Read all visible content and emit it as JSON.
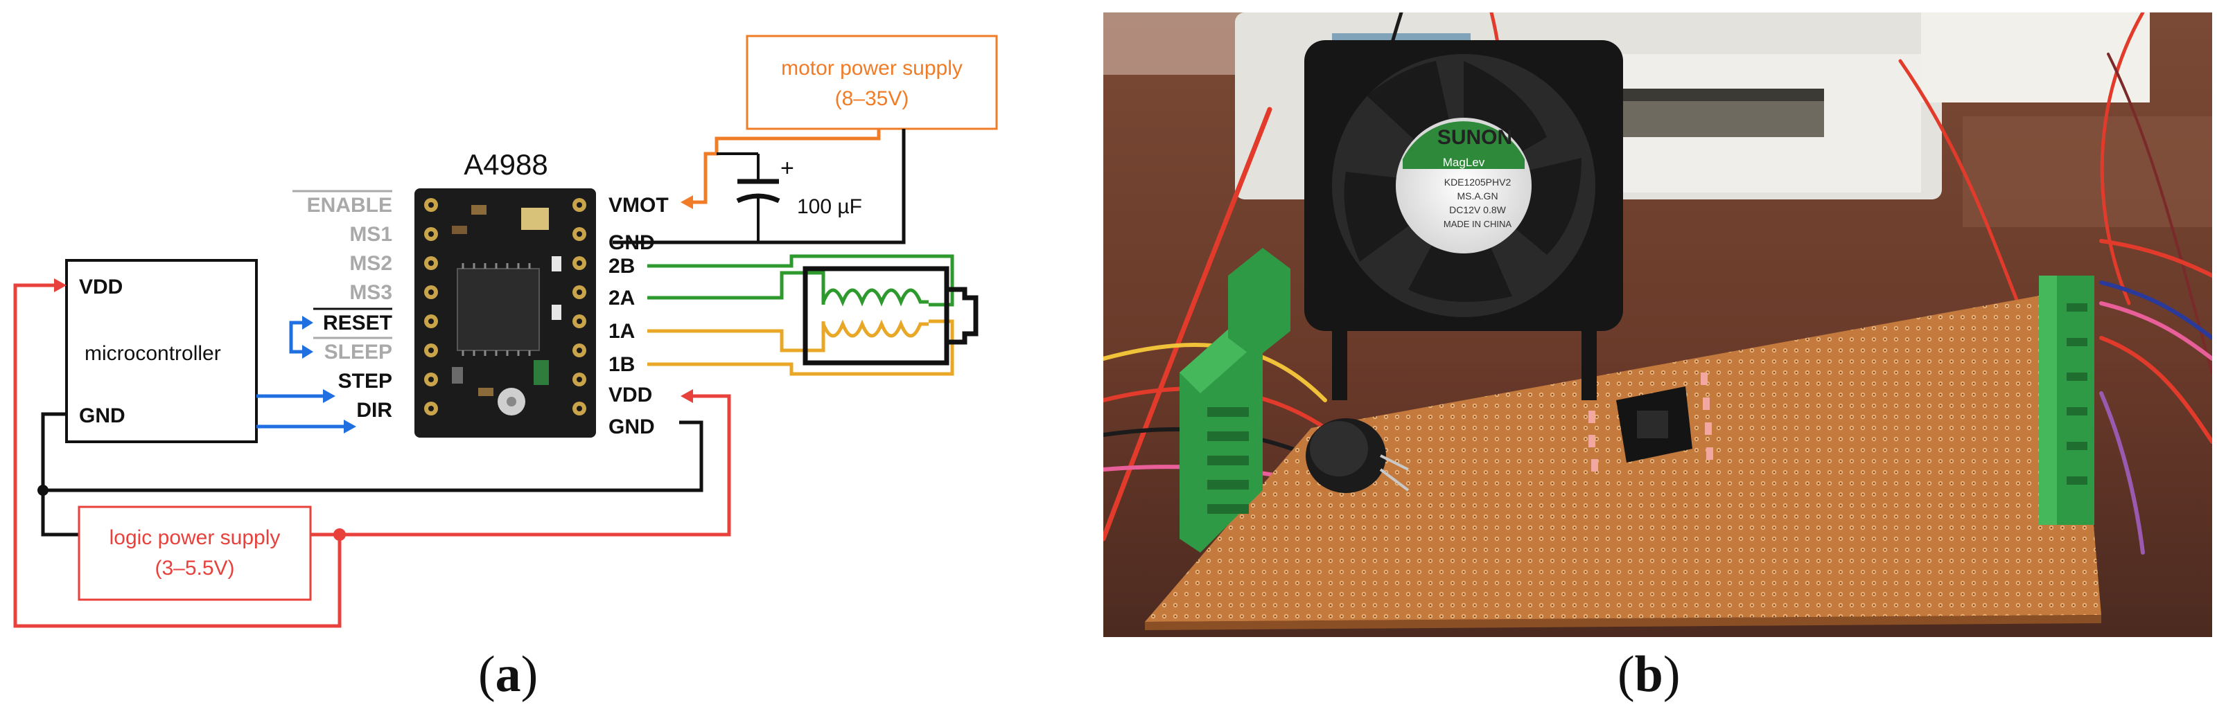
{
  "panel_a": {
    "caption_label": "a",
    "chip_title": "A4988",
    "left_pins": [
      "ENABLE",
      "MS1",
      "MS2",
      "MS3",
      "RESET",
      "SLEEP",
      "STEP",
      "DIR"
    ],
    "right_pins": [
      "VMOT",
      "GND",
      "2B",
      "2A",
      "1A",
      "1B",
      "VDD",
      "GND"
    ],
    "microcontroller": {
      "name": "microcontroller",
      "vdd_label": "VDD",
      "gnd_label": "GND"
    },
    "motor_supply": {
      "line1": "motor power supply",
      "line2": "(8–35V)"
    },
    "logic_supply": {
      "line1": "logic power supply",
      "line2": "(3–5.5V)"
    },
    "capacitor": {
      "value": "100 µF",
      "polarity": "+"
    },
    "colors": {
      "motor_power": "#f07c28",
      "logic_power": "#e8413c",
      "signal": "#1f6fe0",
      "coil_a": "#e8a727",
      "coil_b": "#2e9a2e",
      "inactive_pin": "#a9a9a9",
      "board": "#1b1b1b"
    }
  },
  "panel_b": {
    "caption_label": "b",
    "fan_brand": "SUNON",
    "fan_sublabel": "MagLev",
    "fan_model_lines": [
      "KDE1205PHV2",
      "MS.A.GN",
      "DC12V 0.8W",
      "MADE IN CHINA"
    ]
  }
}
